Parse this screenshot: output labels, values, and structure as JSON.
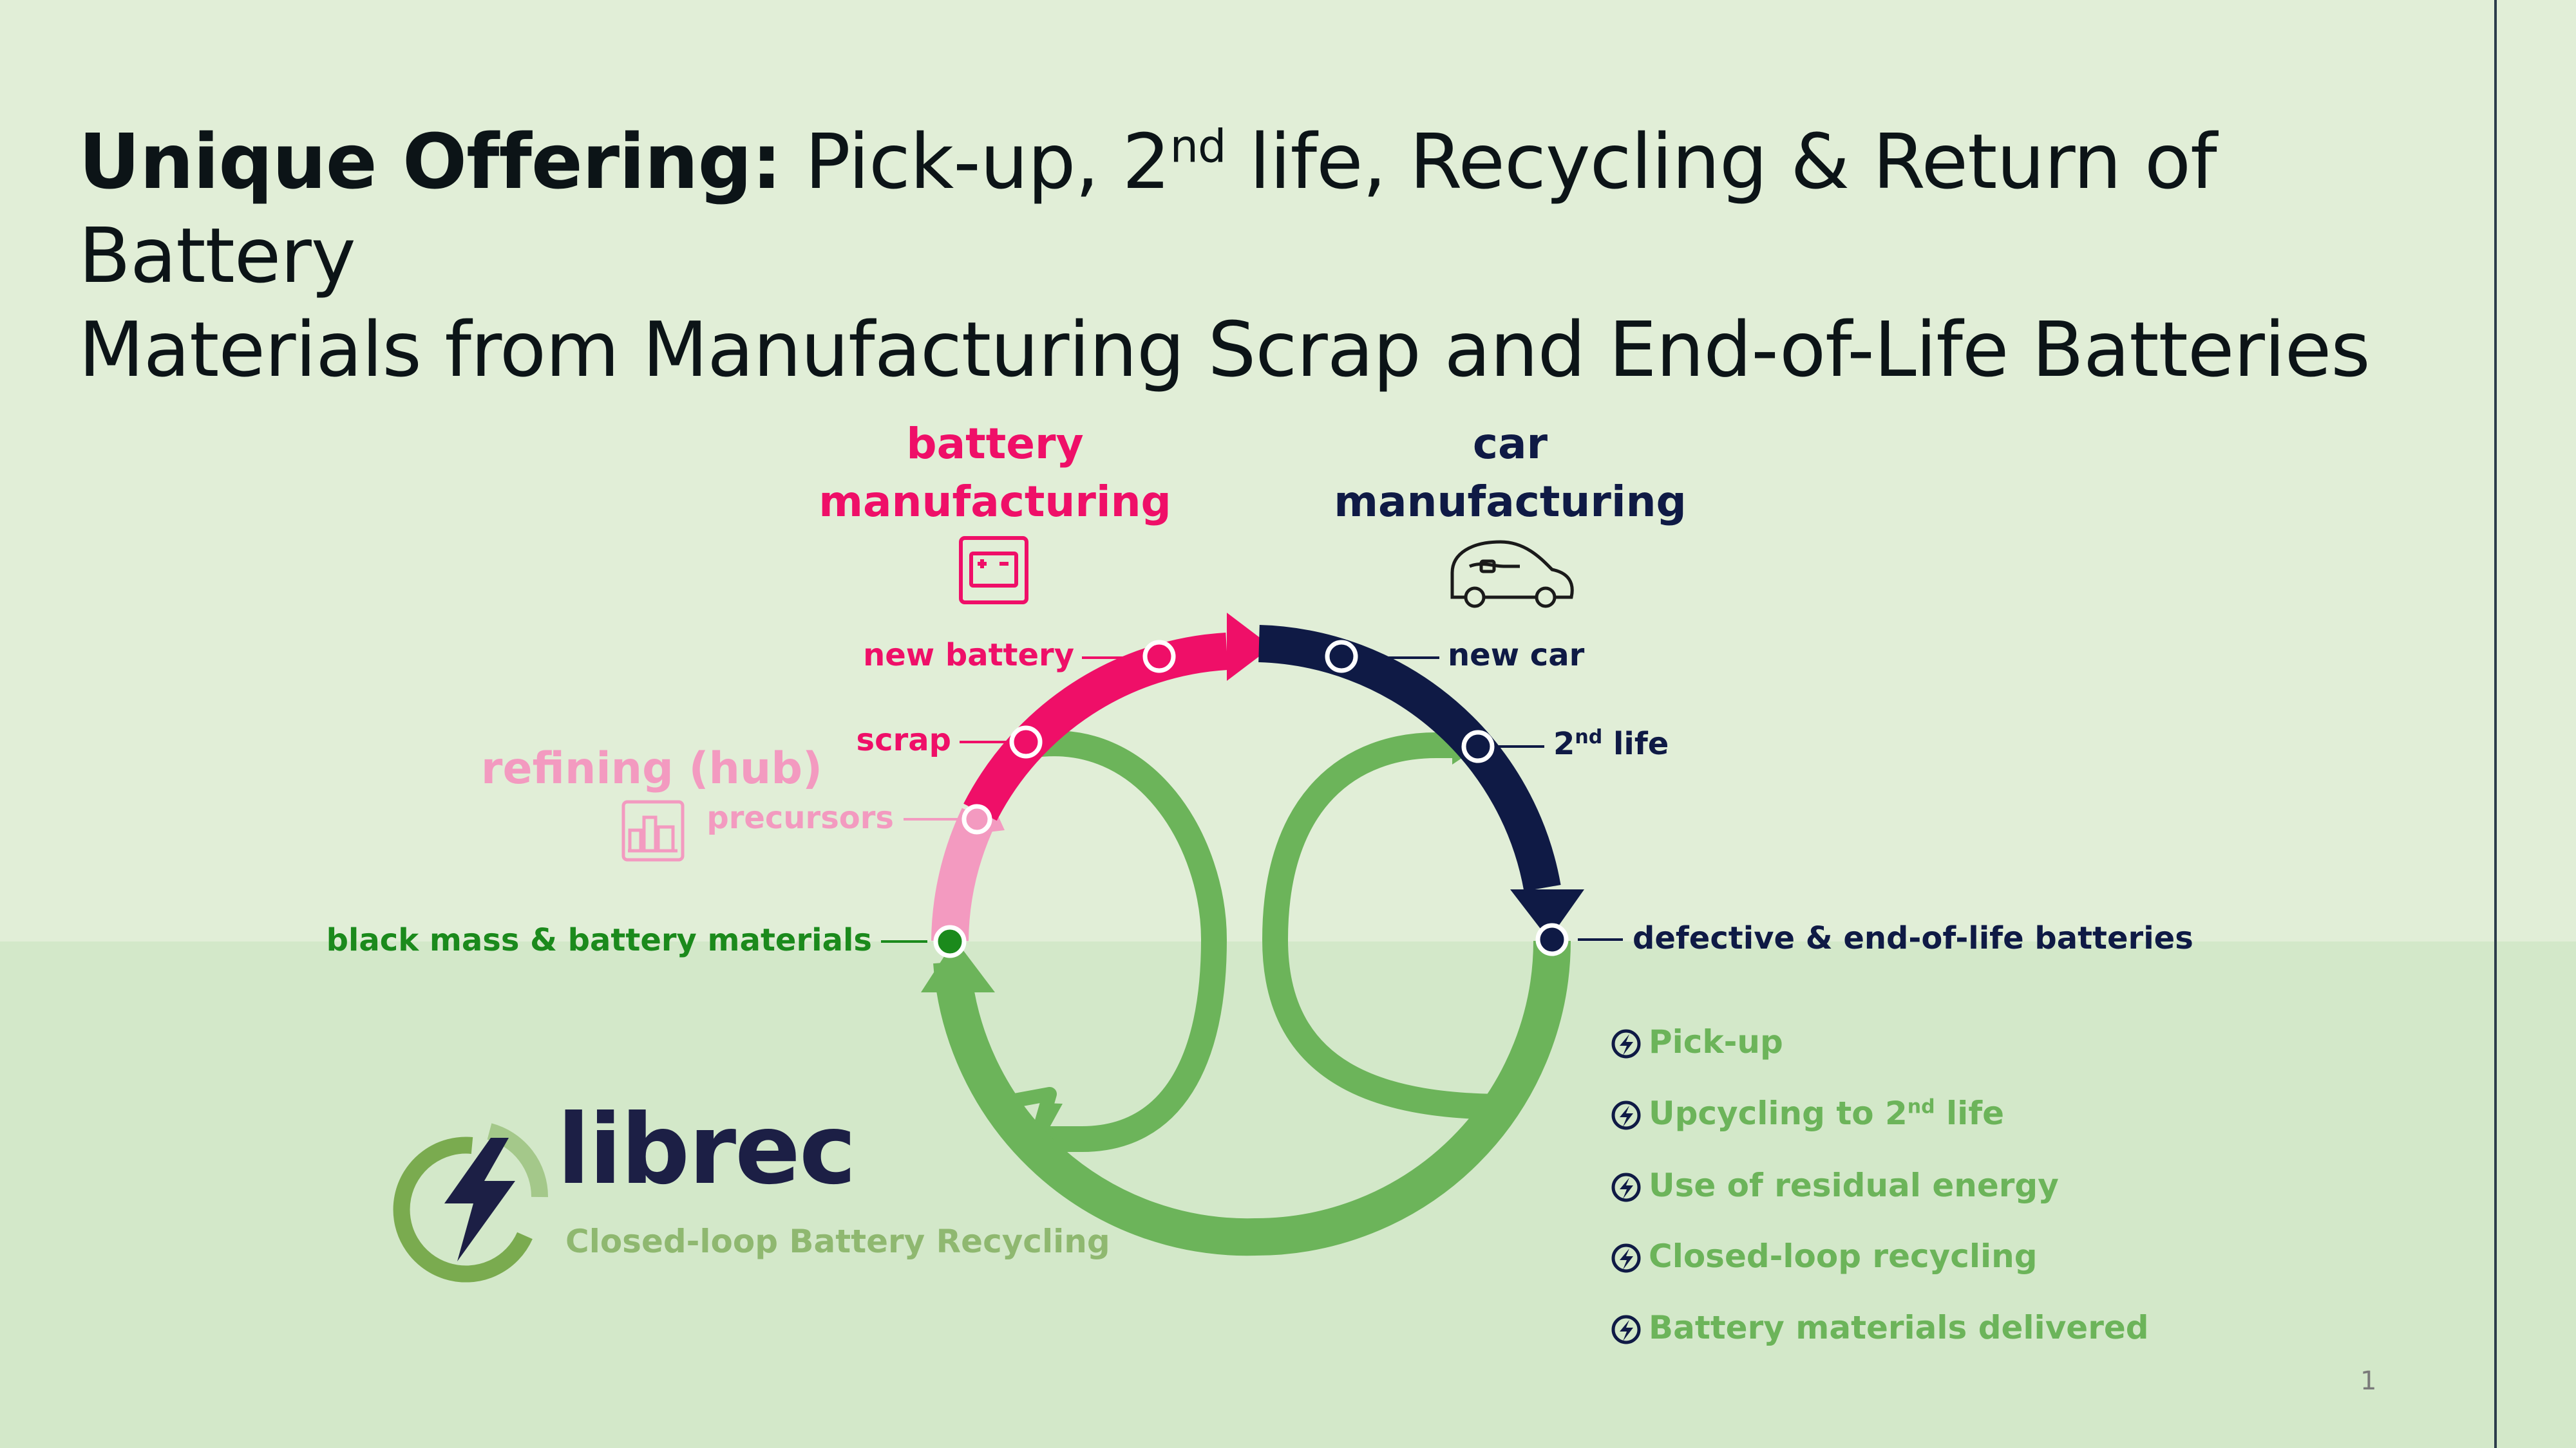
{
  "title": {
    "bold": "Unique Offering:",
    "line1a": " Pick-up, 2",
    "line1sup": "nd",
    "line1b": " life, Recycling & Return of Battery",
    "line2": "Materials from Manufacturing Scrap and End-of-Life Batteries"
  },
  "stages": {
    "battery_line1": "battery",
    "battery_line2": "manufacturing",
    "car_line1": "car",
    "car_line2": "manufacturing",
    "refining": "refining (hub)"
  },
  "nodes": {
    "new_battery": "new battery",
    "new_car": "new car",
    "second_life_num": "2",
    "second_life_sup": "nd",
    "second_life_rest": " life",
    "scrap": "scrap",
    "precursors": "precursors",
    "black_mass": "black mass & battery materials",
    "defective": "defective & end-of-life batteries"
  },
  "features": [
    {
      "text": "Pick-up"
    },
    {
      "text": "Upcycling to 2",
      "sup": "nd",
      "rest": " life"
    },
    {
      "text": "Use of residual energy"
    },
    {
      "text": "Closed-loop recycling"
    },
    {
      "text": "Battery materials delivered"
    }
  ],
  "logo": {
    "name": "librec",
    "tagline": "Closed-loop Battery Recycling"
  },
  "page_number": "1",
  "colors": {
    "background_top": "#e1eed7",
    "background_bottom": "#d3e8c9",
    "pink": "#ef0f68",
    "light_pink": "#f39ac0",
    "navy": "#0f1a45",
    "green": "#6cb45a",
    "dark_green": "#1b8a1c"
  },
  "icons": [
    "battery-icon",
    "car-icon",
    "refinery-icon",
    "bolt-icon",
    "librec-logo-icon"
  ]
}
